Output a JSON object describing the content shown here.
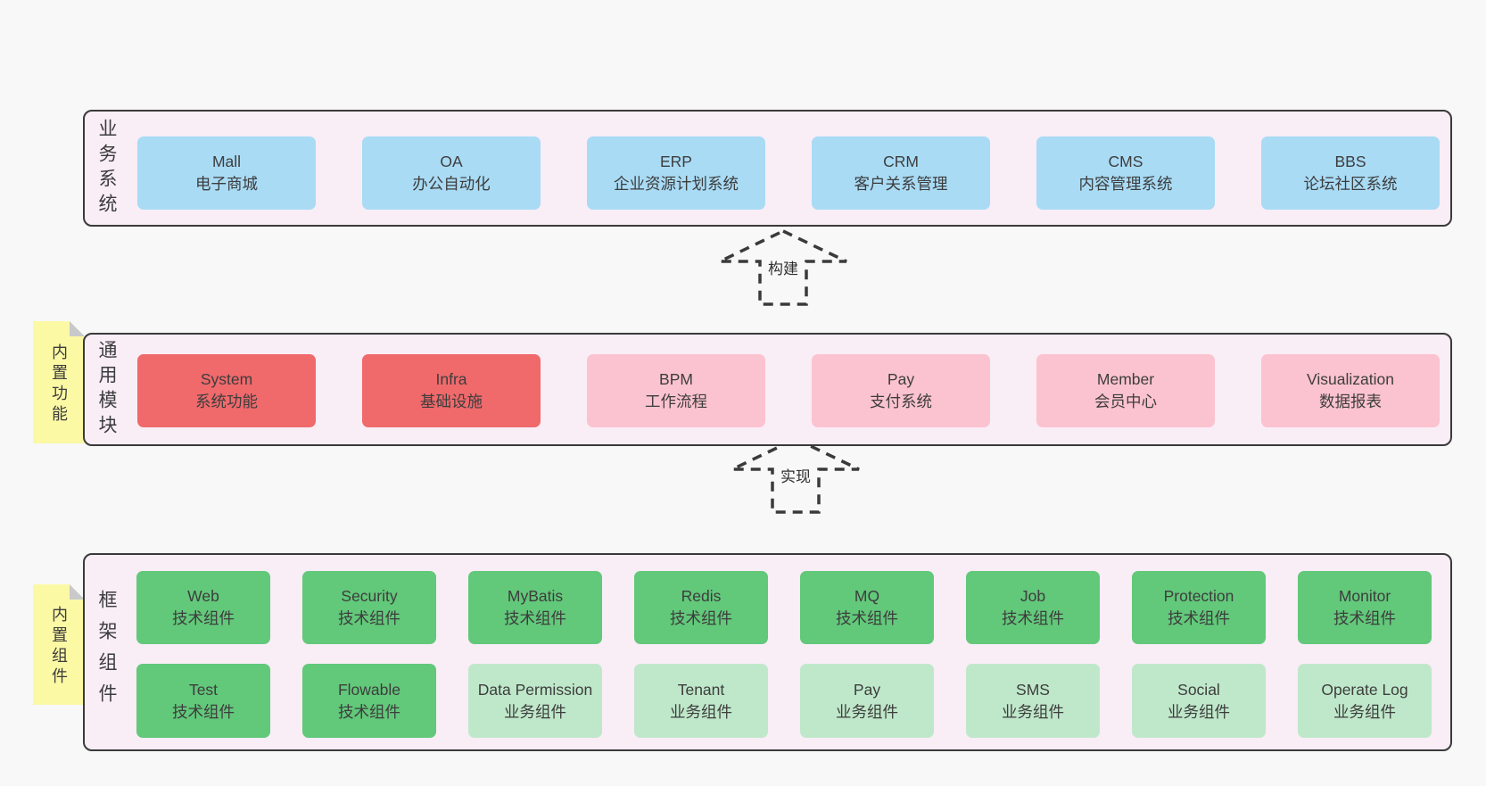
{
  "colors": {
    "page_bg": "#f8f8f8",
    "panel_bg": "#f9edf6",
    "panel_border": "#3a3a3a",
    "blue_box": "#a9dbf5",
    "red_box": "#f0696b",
    "pink_box": "#fbc3cf",
    "green_box": "#62c87a",
    "light_green_box": "#bfe8ca",
    "note_bg": "#fbf9a4",
    "note_fold": "#c8c9cb"
  },
  "arrows": [
    {
      "label": "构建",
      "direction": "up"
    },
    {
      "label": "实现",
      "direction": "up"
    }
  ],
  "layers": [
    {
      "id": "business-systems",
      "label": "业务系统",
      "boxes": [
        {
          "title": "Mall",
          "subtitle": "电子商城",
          "variant": "blue"
        },
        {
          "title": "OA",
          "subtitle": "办公自动化",
          "variant": "blue"
        },
        {
          "title": "ERP",
          "subtitle": "企业资源计划系统",
          "variant": "blue"
        },
        {
          "title": "CRM",
          "subtitle": "客户关系管理",
          "variant": "blue"
        },
        {
          "title": "CMS",
          "subtitle": "内容管理系统",
          "variant": "blue"
        },
        {
          "title": "BBS",
          "subtitle": "论坛社区系统",
          "variant": "blue"
        }
      ]
    },
    {
      "id": "common-modules",
      "label": "通用模块",
      "note": "内置功能",
      "boxes": [
        {
          "title": "System",
          "subtitle": "系统功能",
          "variant": "red"
        },
        {
          "title": "Infra",
          "subtitle": "基础设施",
          "variant": "red"
        },
        {
          "title": "BPM",
          "subtitle": "工作流程",
          "variant": "pink"
        },
        {
          "title": "Pay",
          "subtitle": "支付系统",
          "variant": "pink"
        },
        {
          "title": "Member",
          "subtitle": "会员中心",
          "variant": "pink"
        },
        {
          "title": "Visualization",
          "subtitle": "数据报表",
          "variant": "pink"
        }
      ]
    },
    {
      "id": "framework-components",
      "label": "框架组件",
      "note": "内置组件",
      "rows": [
        [
          {
            "title": "Web",
            "subtitle": "技术组件",
            "variant": "green"
          },
          {
            "title": "Security",
            "subtitle": "技术组件",
            "variant": "green"
          },
          {
            "title": "MyBatis",
            "subtitle": "技术组件",
            "variant": "green"
          },
          {
            "title": "Redis",
            "subtitle": "技术组件",
            "variant": "green"
          },
          {
            "title": "MQ",
            "subtitle": "技术组件",
            "variant": "green"
          },
          {
            "title": "Job",
            "subtitle": "技术组件",
            "variant": "green"
          },
          {
            "title": "Protection",
            "subtitle": "技术组件",
            "variant": "green"
          },
          {
            "title": "Monitor",
            "subtitle": "技术组件",
            "variant": "green"
          }
        ],
        [
          {
            "title": "Test",
            "subtitle": "技术组件",
            "variant": "green"
          },
          {
            "title": "Flowable",
            "subtitle": "技术组件",
            "variant": "green"
          },
          {
            "title": "Data Permission",
            "subtitle": "业务组件",
            "variant": "lightgreen"
          },
          {
            "title": "Tenant",
            "subtitle": "业务组件",
            "variant": "lightgreen"
          },
          {
            "title": "Pay",
            "subtitle": "业务组件",
            "variant": "lightgreen"
          },
          {
            "title": "SMS",
            "subtitle": "业务组件",
            "variant": "lightgreen"
          },
          {
            "title": "Social",
            "subtitle": "业务组件",
            "variant": "lightgreen"
          },
          {
            "title": "Operate Log",
            "subtitle": "业务组件",
            "variant": "lightgreen"
          }
        ]
      ]
    }
  ]
}
